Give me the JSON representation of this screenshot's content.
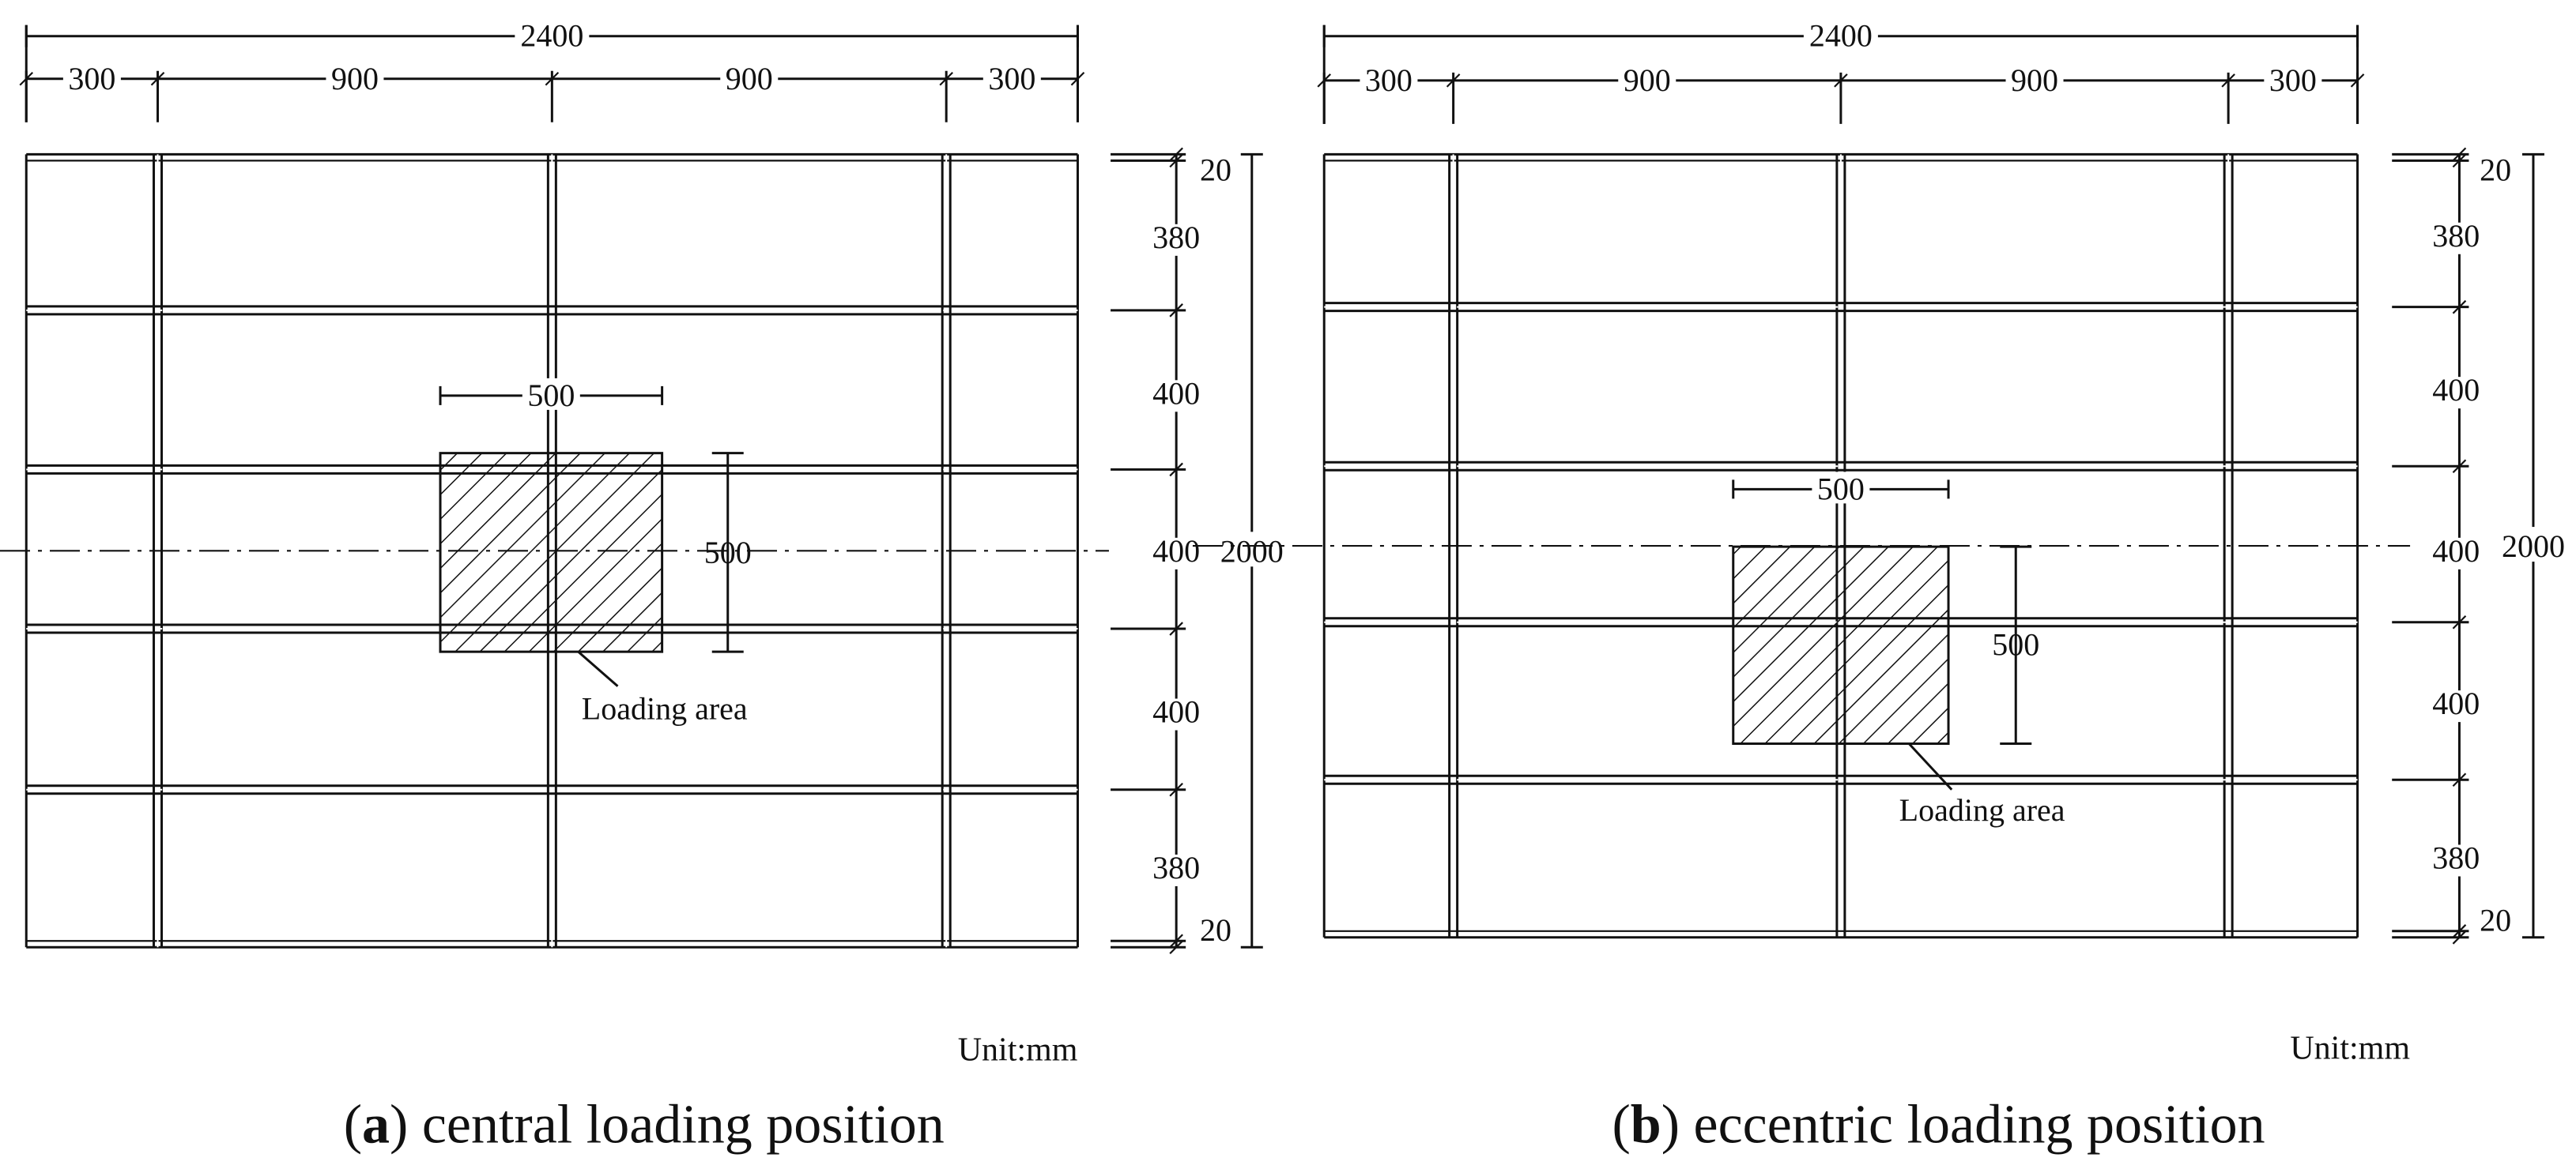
{
  "figure": {
    "panels": [
      {
        "id": "a",
        "caption_letter": "a",
        "caption_text": " central loading position",
        "unit_label": "Unit:mm",
        "loading_label": "Loading area",
        "load_dim_h": "500",
        "load_dim_v": "500",
        "top_total": "2400",
        "top_segments": [
          "300",
          "900",
          "900",
          "300"
        ],
        "right_segments": [
          "20",
          "380",
          "400",
          "400",
          "400",
          "380",
          "20"
        ],
        "right_total": "2000"
      },
      {
        "id": "b",
        "caption_letter": "b",
        "caption_text": " eccentric loading position",
        "unit_label": "Unit:mm",
        "loading_label": "Loading area",
        "load_dim_h": "500",
        "load_dim_v": "500",
        "top_total": "2400",
        "top_segments": [
          "300",
          "900",
          "900",
          "300"
        ],
        "right_segments": [
          "20",
          "380",
          "400",
          "400",
          "400",
          "380",
          "20"
        ],
        "right_total": "2000"
      }
    ]
  }
}
